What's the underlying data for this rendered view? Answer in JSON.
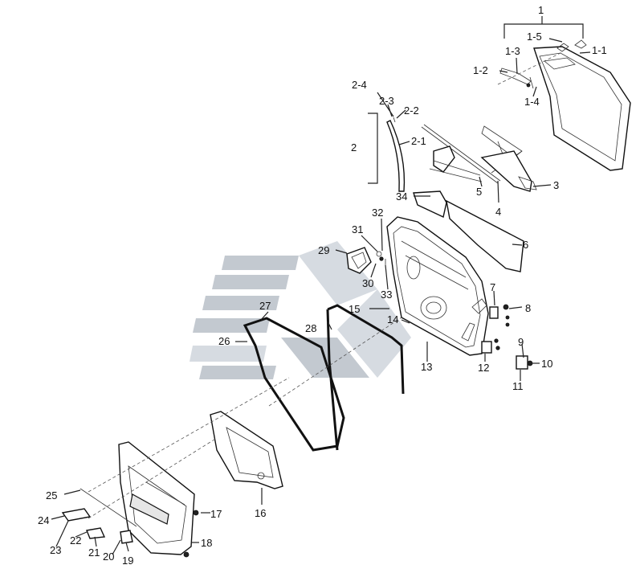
{
  "labels": {
    "l1": "1",
    "l1_1": "1-1",
    "l1_2": "1-2",
    "l1_3": "1-3",
    "l1_4": "1-4",
    "l1_5": "1-5",
    "l2": "2",
    "l2_1": "2-1",
    "l2_2": "2-2",
    "l2_3": "2-3",
    "l2_4": "2-4",
    "l3": "3",
    "l4": "4",
    "l5": "5",
    "l6": "6",
    "l7": "7",
    "l8": "8",
    "l9": "9",
    "l10": "10",
    "l11": "11",
    "l12": "12",
    "l13": "13",
    "l14": "14",
    "l15": "15",
    "l16": "16",
    "l17": "17",
    "l18": "18",
    "l19": "19",
    "l20": "20",
    "l21": "21",
    "l22": "22",
    "l23": "23",
    "l24": "24",
    "l25": "25",
    "l26": "26",
    "l27": "27",
    "l28": "28",
    "l29": "29",
    "l30": "30",
    "l31": "31",
    "l32": "32",
    "l33": "33",
    "l34": "34"
  },
  "colors": {
    "line": "#222222",
    "watermark": "#b9c0c8",
    "background": "#ffffff"
  }
}
